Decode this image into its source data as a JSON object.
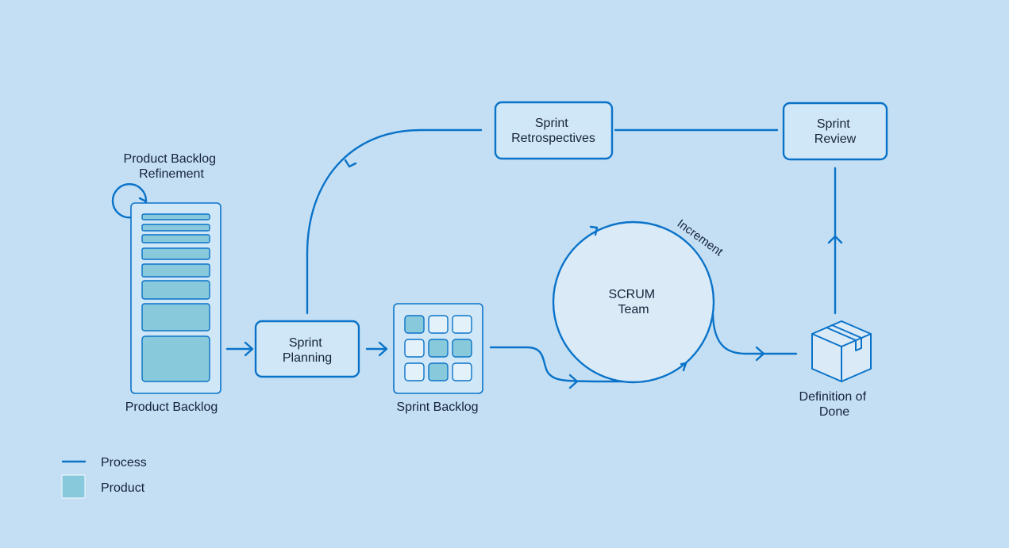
{
  "colors": {
    "background": "#c4dff3",
    "process_line": "#0a73c9",
    "product_fill": "#88c9dc",
    "box_fill": "#d0e7f7",
    "text": "#15233a"
  },
  "nodes": {
    "product_backlog_refinement": {
      "line1": "Product Backlog",
      "line2": "Refinement"
    },
    "product_backlog": {
      "label": "Product Backlog"
    },
    "sprint_planning": {
      "line1": "Sprint",
      "line2": "Planning"
    },
    "sprint_backlog": {
      "label": "Sprint Backlog"
    },
    "scrum_team": {
      "line1": "SCRUM",
      "line2": "Team"
    },
    "increment": {
      "label": "Increment"
    },
    "definition_of_done": {
      "line1": "Definition of",
      "line2": "Done"
    },
    "sprint_review": {
      "line1": "Sprint",
      "line2": "Review"
    },
    "sprint_retrospectives": {
      "line1": "Sprint",
      "line2": "Retrospectives"
    }
  },
  "legend": {
    "process": "Process",
    "product": "Product"
  },
  "icons": {
    "definition_of_done": "box-icon",
    "refinement": "refresh-loop-icon"
  }
}
